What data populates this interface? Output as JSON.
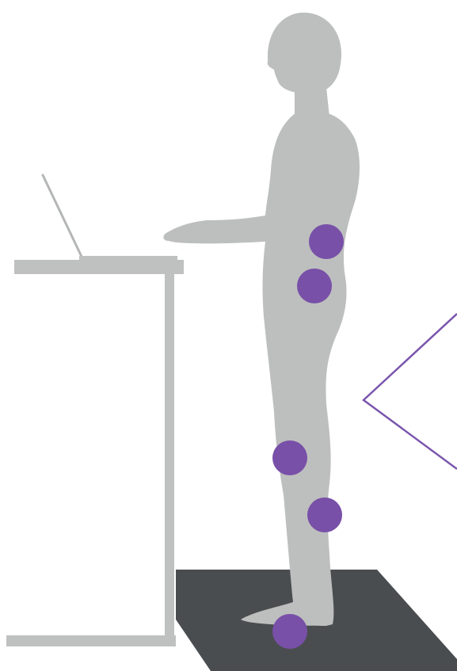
{
  "colors": {
    "background": "#ffffff",
    "desk": "#bfc1c1",
    "laptop": "#b4b6b6",
    "body": "#bdbfbe",
    "mat": "#4a4d4f",
    "marker": "#7850a8",
    "callout_line": "#7a56ad"
  },
  "figure": {
    "subject": "standing-person-silhouette",
    "furniture": "standing-desk-with-laptop",
    "floor": "anti-fatigue-mat"
  },
  "markers": [
    {
      "id": "lower-back",
      "label": ""
    },
    {
      "id": "hip",
      "label": ""
    },
    {
      "id": "knee",
      "label": ""
    },
    {
      "id": "calf",
      "label": ""
    },
    {
      "id": "heel",
      "label": ""
    }
  ],
  "callout": {
    "shape": "pointer-wedge",
    "text": ""
  }
}
